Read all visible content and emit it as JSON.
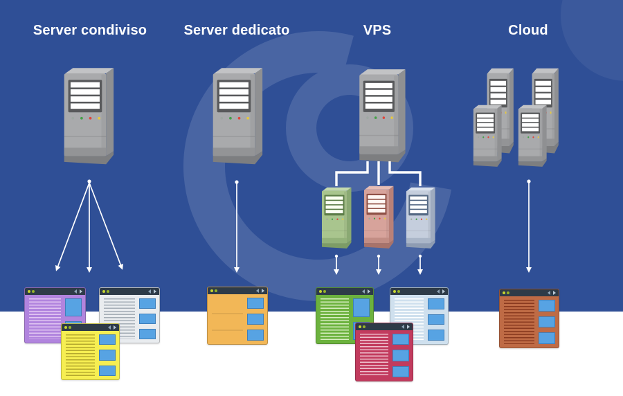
{
  "diagram": {
    "background_color": "#2f4f96",
    "footer_background_color": "#ffffff",
    "columns": [
      {
        "label": "Server condiviso",
        "server_count": 1,
        "server_color": "gray",
        "arrow_count": 3,
        "website_colors": [
          "purple",
          "gray",
          "yellow"
        ]
      },
      {
        "label": "Server dedicato",
        "server_count": 1,
        "server_color": "gray",
        "arrow_count": 1,
        "website_colors": [
          "orange"
        ]
      },
      {
        "label": "VPS",
        "server_count": 1,
        "server_color": "gray",
        "virtual_server_colors": [
          "green",
          "pink",
          "blue"
        ],
        "arrow_count": 3,
        "website_colors": [
          "green",
          "light-blue",
          "red"
        ]
      },
      {
        "label": "Cloud",
        "server_count": 4,
        "server_color": "gray",
        "arrow_count": 1,
        "website_colors": [
          "brown"
        ]
      }
    ],
    "accent_colors": {
      "website_image_square": "#57a3e3",
      "led_green": "#43a047",
      "led_red": "#e0453a",
      "led_yellow": "#e6c83f",
      "arrow": "#ffffff",
      "window_titlebar": "#2e3b48",
      "window_dot": "#c6d530"
    }
  }
}
